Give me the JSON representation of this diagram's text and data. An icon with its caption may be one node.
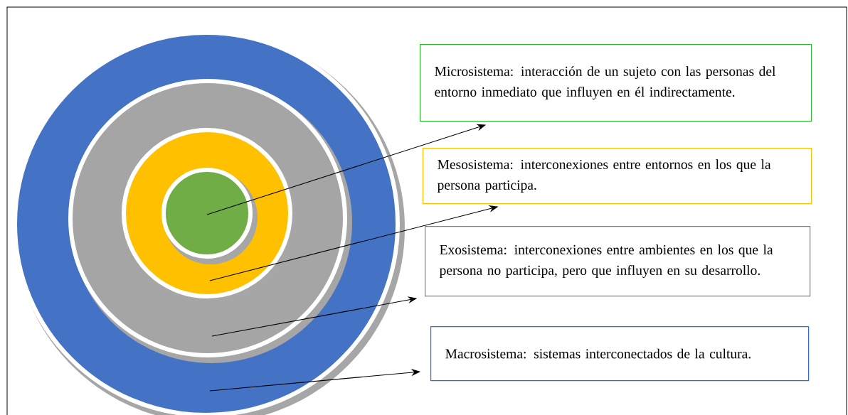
{
  "diagram": {
    "nodes": [
      {
        "text": [],
        "shape": "circle"
      },
      {
        "text": [],
        "shape": "circle",
        "in": 0
      },
      {
        "text": [],
        "shape": "circle",
        "in": 1
      },
      {
        "text": [],
        "shape": "circle",
        "in": 2
      },
      {
        "text": [
          "Microsistema: interacción de un sujeto con las personas del entorno inmediato que influyen en él indirectamente."
        ]
      },
      {
        "text": [
          "Mesosistema: interconexiones entre entornos en los que la persona participa."
        ]
      },
      {
        "text": [
          "Exosistema: interconexiones entre ambientes en los que la persona no participa, pero que influyen en su desarrollo."
        ]
      },
      {
        "text": [
          "Macrosistema: sistemas interconectados de la cultura."
        ]
      }
    ],
    "edges": [
      {
        "from": 3,
        "to": 4,
        "arrow": "to"
      },
      {
        "from": 2,
        "to": 5,
        "arrow": "to"
      },
      {
        "from": 1,
        "to": 6,
        "arrow": "to"
      },
      {
        "from": 0,
        "to": 7,
        "arrow": "to"
      }
    ]
  }
}
